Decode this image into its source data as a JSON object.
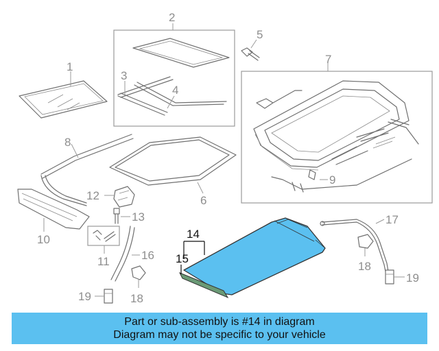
{
  "callouts": {
    "c1": "1",
    "c2": "2",
    "c3": "3",
    "c4": "4",
    "c5": "5",
    "c6": "6",
    "c7": "7",
    "c8": "8",
    "c9": "9",
    "c10": "10",
    "c11": "11",
    "c12": "12",
    "c13": "13",
    "c14": "14",
    "c15": "15",
    "c16": "16",
    "c17": "17",
    "c18a": "18",
    "c18b": "18",
    "c19a": "19",
    "c19b": "19"
  },
  "highlight_color": "#5bc0f0",
  "banner": {
    "line1": "Part or sub-assembly is #14 in diagram",
    "line2": "Diagram may not be specific to your vehicle"
  }
}
